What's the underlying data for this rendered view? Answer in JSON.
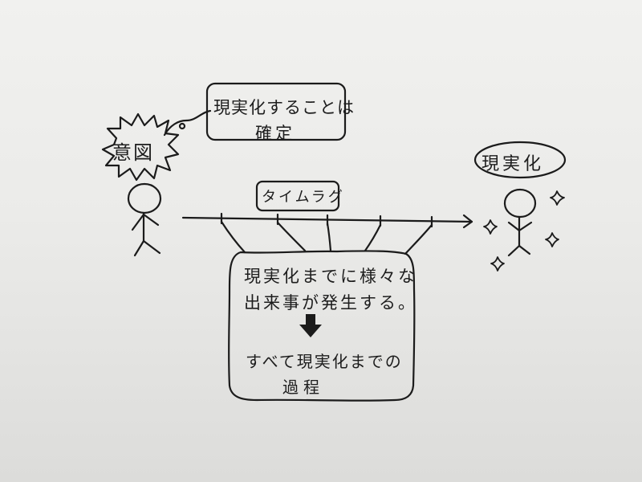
{
  "diagram": {
    "intent": {
      "burst_label": "意図",
      "thought_box": {
        "line1": "現実化することは",
        "line2": "確定"
      }
    },
    "timeline": {
      "label": "タイムラグ",
      "tick_count": 5
    },
    "events_box": {
      "line1": "現実化までに様々な",
      "line2": "出来事が発生する。",
      "arrow": "down-arrow",
      "line3": "すべて現実化までの",
      "line4": "過程"
    },
    "result": {
      "oval_label": "現実化",
      "sparkle_count": 4
    }
  },
  "colors": {
    "ink": "#1b1b1b",
    "paper_top": "#f1f1ef",
    "paper_bottom": "#dcdcda"
  }
}
